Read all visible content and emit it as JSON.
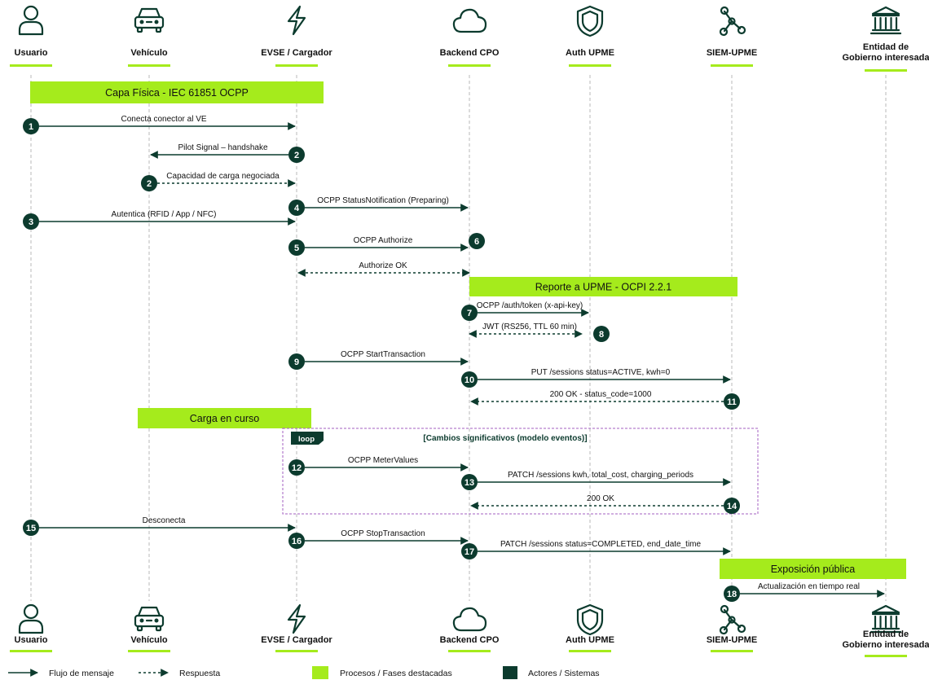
{
  "colors": {
    "dark": "#0c3b2e",
    "accent": "#a5eb1c",
    "lifeline": "#b8b8b8",
    "loop_border": "#a35fc2",
    "loop_title": "#0c3b2e"
  },
  "actors": [
    {
      "id": "usuario",
      "icon": "user-icon",
      "label": "Usuario"
    },
    {
      "id": "vehiculo",
      "icon": "car-icon",
      "label": "Vehículo"
    },
    {
      "id": "evse",
      "icon": "lightning-icon",
      "label": "EVSE / Cargador"
    },
    {
      "id": "cpo",
      "icon": "cloud-icon",
      "label": "Backend CPO"
    },
    {
      "id": "auth",
      "icon": "shield-icon",
      "label": "Auth UPME"
    },
    {
      "id": "siem",
      "icon": "network-icon",
      "label": "SIEM-UPME"
    },
    {
      "id": "gob",
      "icon": "government-building-icon",
      "label": "Entidad de\nGobierno interesada"
    }
  ],
  "phases": [
    {
      "label": "Capa Física - IEC 61851  OCPP"
    },
    {
      "label": "Reporte a UPME - OCPI 2.2.1"
    },
    {
      "label": "Carga en curso"
    },
    {
      "label": "Exposición pública"
    }
  ],
  "loop": {
    "tag": "loop",
    "title": "[Cambios significativos (modelo eventos)]"
  },
  "messages": [
    {
      "n": "1",
      "from": "usuario",
      "to": "evse",
      "text": "Conecta conector al VE",
      "dashed": false,
      "badge": "from"
    },
    {
      "n": "2",
      "from": "evse",
      "to": "vehiculo",
      "text": "Pilot Signal – handshake",
      "dashed": false,
      "badge": "from"
    },
    {
      "n": "2",
      "from": "vehiculo",
      "to": "evse",
      "text": "Capacidad de carga negociada",
      "dashed": true,
      "badge": "from"
    },
    {
      "n": "4",
      "from": "evse",
      "to": "cpo",
      "text": "OCPP StatusNotification (Preparing)",
      "dashed": false,
      "badge": "from"
    },
    {
      "n": "3",
      "from": "usuario",
      "to": "evse",
      "text": "Autentica (RFID / App / NFC)",
      "dashed": false,
      "badge": "from"
    },
    {
      "n": "5",
      "from": "evse",
      "to": "cpo",
      "text": "OCPP Authorize",
      "dashed": false,
      "badge": "from"
    },
    {
      "n": "6",
      "text": "",
      "badge": "standalone"
    },
    {
      "n": "",
      "from": "cpo",
      "to": "evse",
      "text": "Authorize OK",
      "dashed": true,
      "both": true
    },
    {
      "n": "7",
      "from": "cpo",
      "to": "auth",
      "text": "OCPP /auth/token (x-api-key)",
      "dashed": false,
      "badge": "from"
    },
    {
      "n": "8",
      "from": "cpo",
      "to": "auth",
      "text": "JWT (RS256, TTL 60 min)",
      "dashed": true,
      "both": true,
      "badge": "to"
    },
    {
      "n": "9",
      "from": "evse",
      "to": "cpo",
      "text": "OCPP StartTransaction",
      "dashed": false,
      "badge": "from"
    },
    {
      "n": "10",
      "from": "cpo",
      "to": "siem",
      "text": "PUT /sessions status=ACTIVE, kwh=0",
      "dashed": false,
      "badge": "from"
    },
    {
      "n": "11",
      "from": "siem",
      "to": "cpo",
      "text": "200 OK - status_code=1000",
      "dashed": true,
      "badge": "from"
    },
    {
      "n": "12",
      "from": "evse",
      "to": "cpo",
      "text": "OCPP MeterValues",
      "dashed": false,
      "badge": "from"
    },
    {
      "n": "13",
      "from": "cpo",
      "to": "siem",
      "text": "PATCH /sessions kwh, total_cost, charging_periods",
      "dashed": false,
      "badge": "from"
    },
    {
      "n": "14",
      "from": "siem",
      "to": "cpo",
      "text": "200 OK",
      "dashed": true,
      "badge": "from"
    },
    {
      "n": "15",
      "from": "usuario",
      "to": "evse",
      "text": "Desconecta",
      "dashed": false,
      "badge": "from"
    },
    {
      "n": "16",
      "from": "evse",
      "to": "cpo",
      "text": "OCPP StopTransaction",
      "dashed": false,
      "badge": "from"
    },
    {
      "n": "17",
      "from": "cpo",
      "to": "siem",
      "text": "PATCH /sessions status=COMPLETED, end_date_time",
      "dashed": false,
      "badge": "from"
    },
    {
      "n": "18",
      "from": "siem",
      "to": "gob",
      "text": "Actualización en tiempo real",
      "dashed": false,
      "badge": "from"
    }
  ],
  "legend": [
    {
      "kind": "arrow-solid",
      "label": "Flujo de mensaje"
    },
    {
      "kind": "arrow-dashed",
      "label": "Respuesta"
    },
    {
      "kind": "swatch-accent",
      "label": "Procesos / Fases destacadas"
    },
    {
      "kind": "swatch-dark",
      "label": "Actores / Sistemas"
    }
  ]
}
